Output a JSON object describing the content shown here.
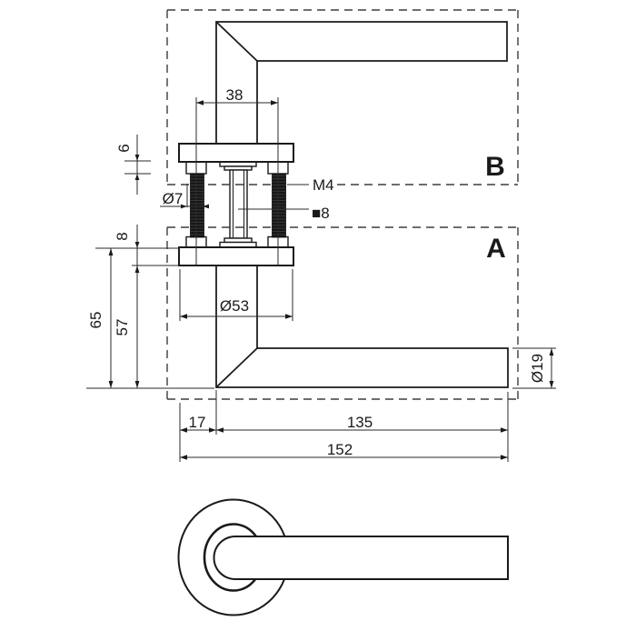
{
  "sections": {
    "top": "B",
    "bottom": "A"
  },
  "dimensions": {
    "hole_spacing": "38",
    "screw_head_height": "6",
    "screw_hole_diameter": "Ø7",
    "thread_size": "M4",
    "spindle_size": "■8",
    "rose_thickness": "8",
    "total_height": "65",
    "handle_height": "57",
    "rose_diameter": "Ø53",
    "neck_offset": "17",
    "lever_length": "135",
    "total_length": "152",
    "lever_diameter": "Ø19"
  },
  "colors": {
    "line": "#1a1a1a",
    "dashed": "#3d3d3d",
    "background": "#ffffff"
  }
}
